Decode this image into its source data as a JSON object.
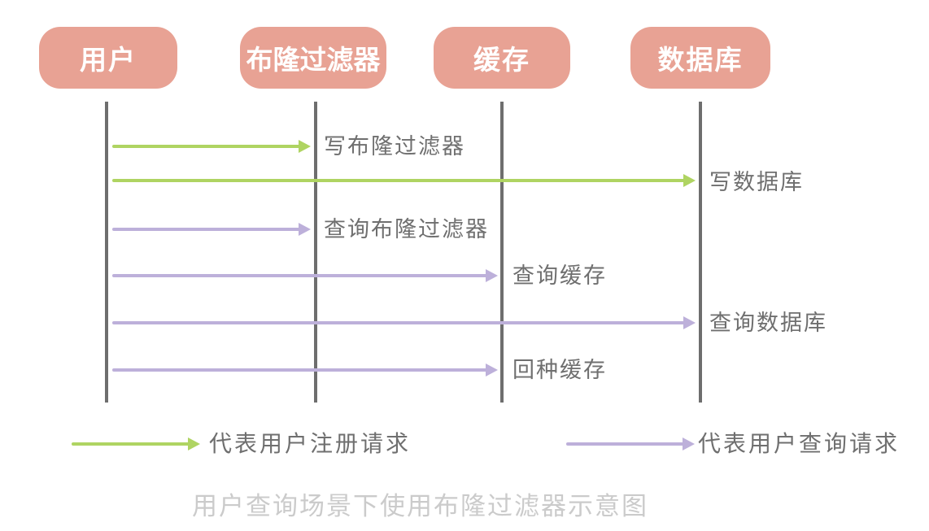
{
  "diagram": {
    "actors": [
      {
        "label": "用户"
      },
      {
        "label": "布隆过滤器"
      },
      {
        "label": "缓存"
      },
      {
        "label": "数据库"
      }
    ],
    "messages": [
      {
        "label": "写布隆过滤器",
        "from": "用户",
        "to": "布隆过滤器",
        "type": "register"
      },
      {
        "label": "写数据库",
        "from": "用户",
        "to": "数据库",
        "type": "register"
      },
      {
        "label": "查询布隆过滤器",
        "from": "用户",
        "to": "布隆过滤器",
        "type": "query"
      },
      {
        "label": "查询缓存",
        "from": "用户",
        "to": "缓存",
        "type": "query"
      },
      {
        "label": "查询数据库",
        "from": "用户",
        "to": "数据库",
        "type": "query"
      },
      {
        "label": "回种缓存",
        "from": "用户",
        "to": "缓存",
        "type": "query"
      }
    ],
    "legend": [
      {
        "label": "代表用户注册请求",
        "color": "#AFD462"
      },
      {
        "label": "代表用户查询请求",
        "color": "#BDB0DA"
      }
    ],
    "caption": "用户查询场景下使用布隆过滤器示意图",
    "colors": {
      "actor_fill": "#E8A294",
      "actor_text": "#FFFFFF",
      "lifeline": "#6E6E6E",
      "register_arrow": "#AFD462",
      "query_arrow": "#BDB0DA",
      "label_text": "#6F6F6F",
      "caption_text": "#CBCBCB"
    }
  }
}
